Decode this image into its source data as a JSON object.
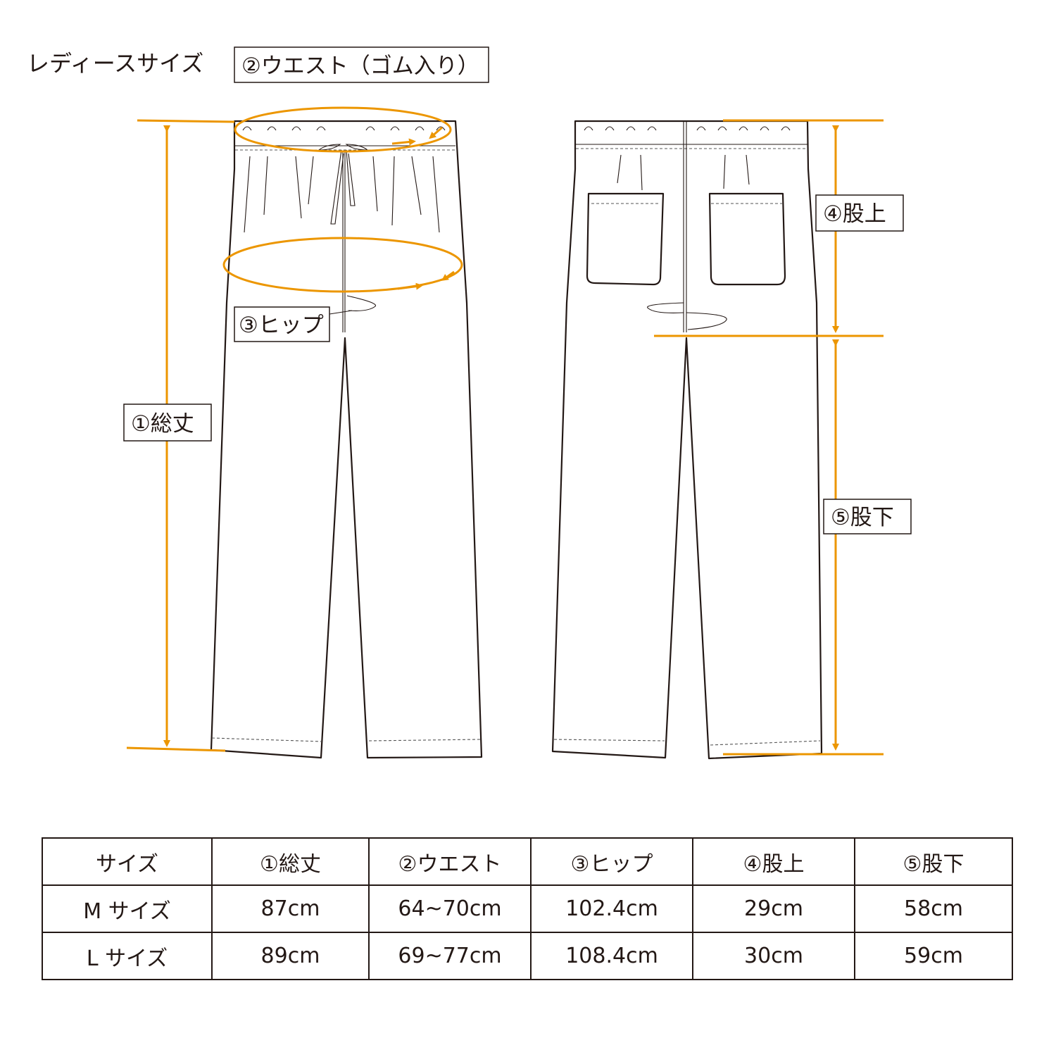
{
  "title": "レディースサイズ",
  "labels": {
    "waist": "②ウエスト（ゴム入り）",
    "hip": "③ヒップ",
    "length": "①総丈",
    "rise": "④股上",
    "inseam": "⑤股下"
  },
  "colors": {
    "accent": "#ec9600",
    "line": "#231815"
  },
  "table": {
    "headers": [
      "サイズ",
      "①総丈",
      "②ウエスト",
      "③ヒップ",
      "④股上",
      "⑤股下"
    ],
    "rows": [
      [
        "M サイズ",
        "87cm",
        "64~70cm",
        "102.4cm",
        "29cm",
        "58cm"
      ],
      [
        "L サイズ",
        "89cm",
        "69~77cm",
        "108.4cm",
        "30cm",
        "59cm"
      ]
    ]
  }
}
